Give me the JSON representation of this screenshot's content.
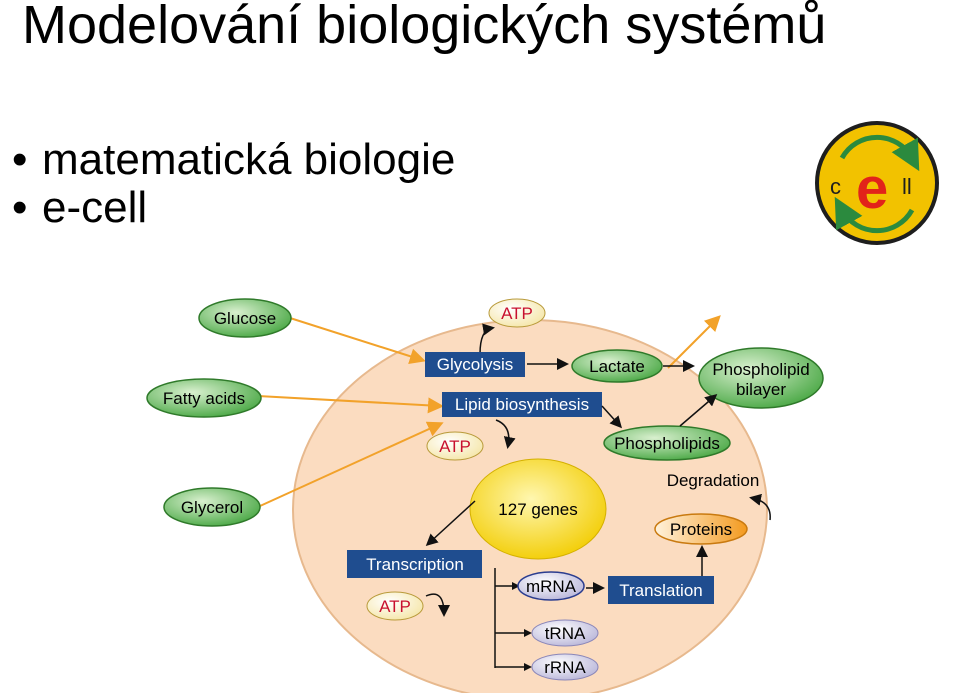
{
  "slide": {
    "title": "Modelování biologických systémů",
    "bullets": [
      "matematická biologie",
      "e-cell"
    ]
  },
  "logo": {
    "letters": [
      "c",
      "e",
      "ll"
    ],
    "colors": {
      "ring": "#f2c200",
      "outline": "#1e1e1e",
      "e": "#e2231a",
      "arrows": "#2b8a3e"
    }
  },
  "diagram": {
    "external_nodes": {
      "glucose": "Glucose",
      "fatty_acids": "Fatty acids",
      "glycerol": "Glycerol"
    },
    "processes": {
      "glycolysis": "Glycolysis",
      "lipid_biosynthesis": "Lipid biosynthesis",
      "transcription": "Transcription",
      "translation": "Translation"
    },
    "atp_labels": [
      "ATP",
      "ATP",
      "ATP"
    ],
    "products": {
      "lactate": "Lactate",
      "phospholipids": "Phospholipids",
      "phospholipid_bilayer_line1": "Phospholipid",
      "phospholipid_bilayer_line2": "bilayer",
      "proteins": "Proteins",
      "mrna": "mRNA",
      "trna": "tRNA",
      "rrna": "rRNA"
    },
    "genes": "127 genes",
    "degradation": "Degradation",
    "colors": {
      "cell_fill": "#fbdcc0",
      "process_box": "#1f4d8f",
      "green_node": "#5fb84f",
      "atp_text": "#c8102e",
      "arrow_orange": "#f2a22a",
      "genes_yellow": "#f7d40a",
      "protein_orange": "#f39a1f",
      "rna_node": "#c9c7e2"
    }
  }
}
